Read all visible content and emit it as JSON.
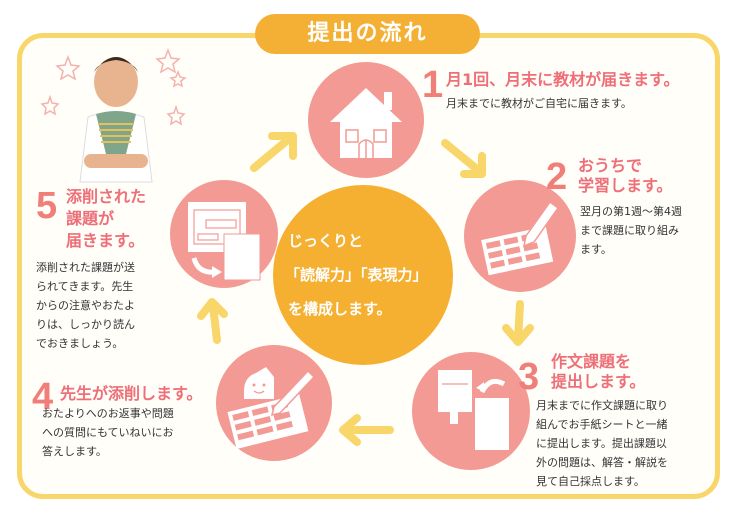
{
  "title": "提出の流れ",
  "center": {
    "lines": [
      "じっくりと",
      "「読解力」「表現力」",
      "を構成します。"
    ]
  },
  "steps": [
    {
      "number": "1",
      "heading": "月1回、月末に教材が届きます。",
      "body": "月末までに教材がご自宅に届きます。",
      "icon": "house-icon"
    },
    {
      "number": "2",
      "heading_lines": [
        "おうちで",
        "学習します。"
      ],
      "body_lines": [
        "翌月の第1週〜第4週",
        "まで課題に取り組み",
        "ます。"
      ],
      "icon": "worksheet-pencil-icon"
    },
    {
      "number": "3",
      "heading_lines": [
        "作文課題を",
        "提出します。"
      ],
      "body_lines": [
        "月末までに作文課題に取り",
        "組んでお手紙シートと一緒",
        "に提出します。提出課題以",
        "外の問題は、解答・解説を",
        "見て自己採点します。"
      ],
      "icon": "mailbox-envelope-icon"
    },
    {
      "number": "4",
      "heading": "先生が添削します。",
      "body_lines": [
        "おたよりへのお返事や問題",
        "への質問にもていねいにお",
        "答えします。"
      ],
      "icon": "teacher-pen-icon"
    },
    {
      "number": "5",
      "heading_lines": [
        "添削された",
        "課題が",
        "届きます。"
      ],
      "body_lines": [
        "添削された課題が送",
        "られてきます。先生",
        "からの注意やおたよ",
        "りは、しっかり読ん",
        "でおきましょう。"
      ],
      "icon": "mailbox-receive-icon"
    }
  ],
  "colors": {
    "frame": "#f8d66a",
    "title_pill": "#f4b035",
    "step_circle": "#f29a93",
    "center_circle": "#f5b032",
    "arrow": "#f8d66a",
    "heading": "#ee6f78"
  }
}
